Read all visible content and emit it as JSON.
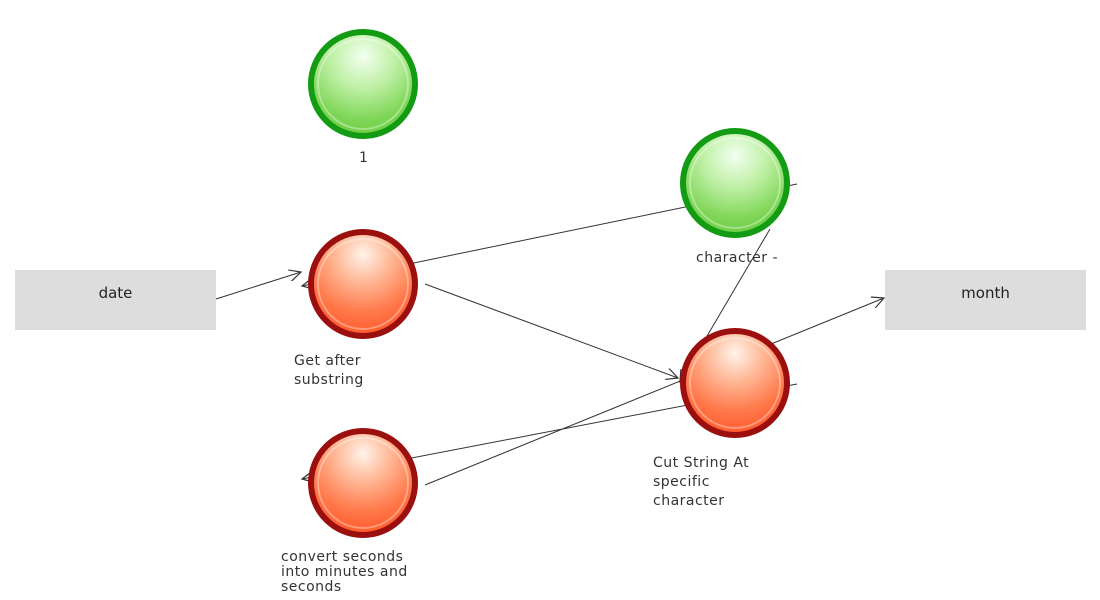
{
  "nodes": {
    "one": "1",
    "character": "character -",
    "get_after": "Get after\nsubstring",
    "cut_string": "Cut String At\nspecific\ncharacter",
    "convert": "convert seconds\ninto minutes and\nseconds"
  },
  "boxes": {
    "date": "date",
    "month": "month"
  },
  "colors": {
    "green_border": "#139b13",
    "red_border": "#9c0f0f",
    "box_fill": "#dddddd",
    "edge": "#333333"
  }
}
